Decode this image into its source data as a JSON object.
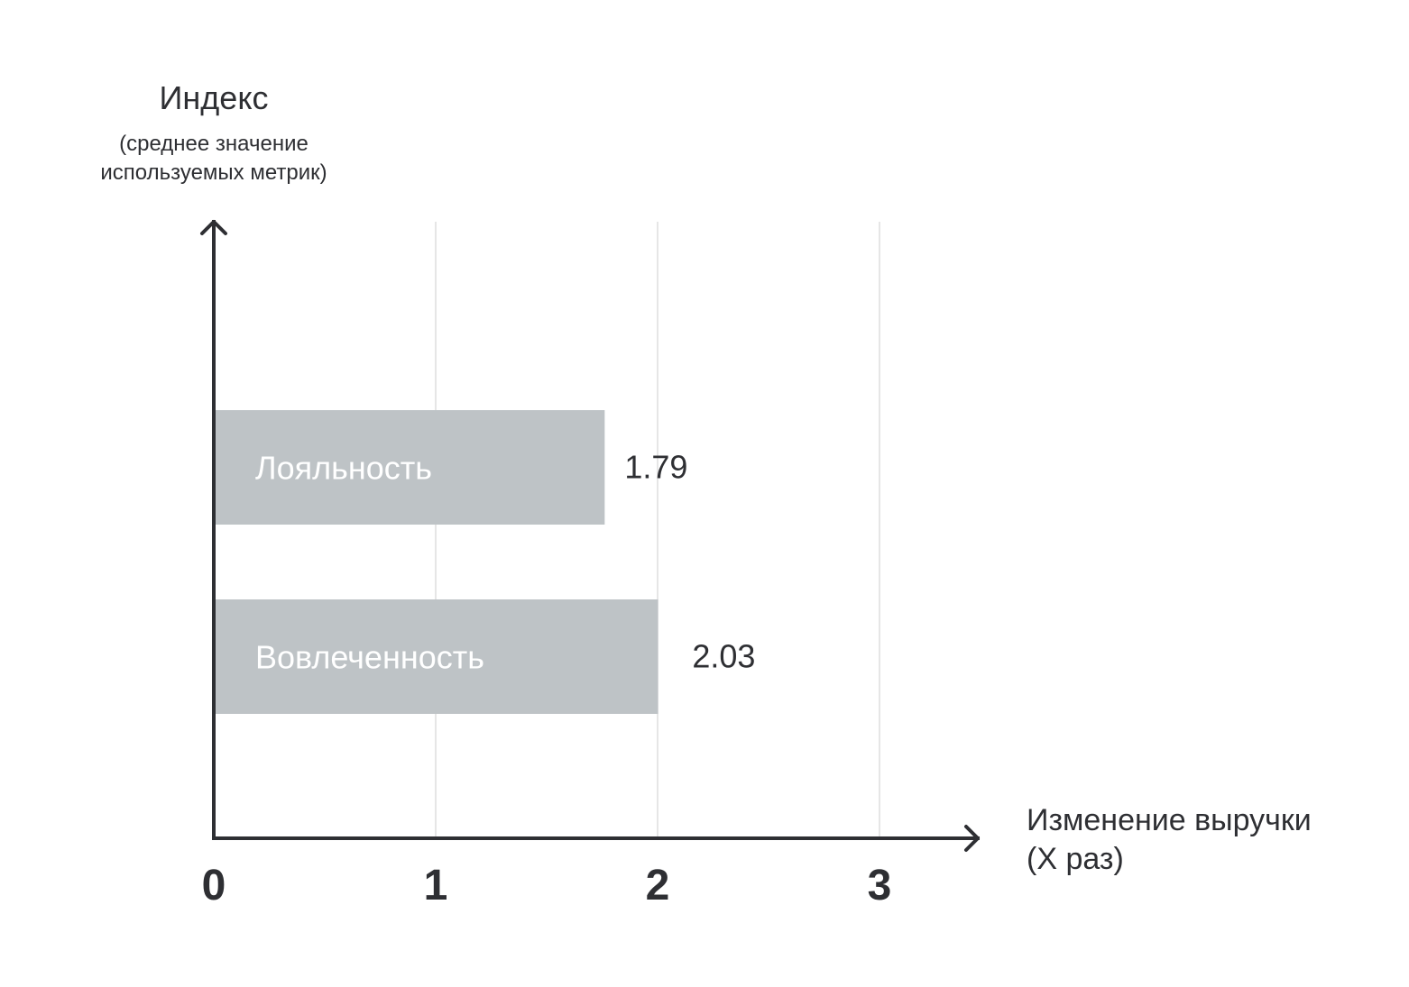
{
  "chart_data": {
    "type": "bar",
    "orientation": "horizontal",
    "categories": [
      "Лояльность",
      "Вовлеченность"
    ],
    "values": [
      1.79,
      2.03
    ],
    "value_labels": [
      "1.79",
      "2.03"
    ],
    "ylabel": "Индекс",
    "ylabel_sub_lines": [
      "(среднее значение",
      "используемых метрик)"
    ],
    "xlabel_lines": [
      "Изменение выручки",
      "(X раз)"
    ],
    "xticks": [
      0,
      1,
      2,
      3
    ],
    "xtick_labels": [
      "0",
      "1",
      "2",
      "3"
    ],
    "xlim": [
      0,
      3.4
    ],
    "grid": true,
    "colors": {
      "bar": "#bec3c6",
      "axis": "#2e2f33",
      "grid": "#e6e6e6",
      "bar_text": "#ffffff",
      "text": "#2e2f33"
    }
  }
}
